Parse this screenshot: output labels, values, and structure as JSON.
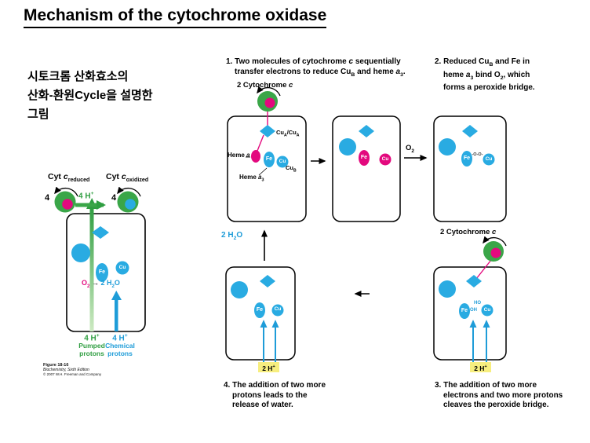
{
  "title": "Mechanism of the cytochrome oxidase",
  "korean_note": [
    "시토크롬 산화효소의",
    "산화-환원Cycle을 설명한",
    "그림"
  ],
  "colors": {
    "green": "#3aa648",
    "magenta": "#e3097e",
    "blue": "#29abe2",
    "text_blue": "#1e9cd8",
    "yellow_highlight": "#f7ee7f"
  },
  "left_diagram": {
    "cyt_reduced": {
      "t": "Cyt ",
      "c": "c",
      "sub": "reduced"
    },
    "cyt_oxidized": {
      "t": "Cyt ",
      "c": "c",
      "sub": "oxidized"
    },
    "four_left": "4",
    "four_right": "4",
    "h_top": {
      "t": "4 H",
      "sup": "+"
    },
    "fe": "Fe",
    "cu": "Cu",
    "reaction": {
      "o": "O",
      "o_sub": "2",
      "arrow": "→",
      "w1": "2 H",
      "w_sub": "2",
      "w2": "O"
    },
    "pumped": {
      "h": "4 H",
      "sup": "+",
      "l1": "Pumped",
      "l2": "protons"
    },
    "chemical": {
      "h": "4 H",
      "sup": "+",
      "l1": "Chemical",
      "l2": "protons"
    },
    "caption": [
      "Figure 18-16",
      "Biochemistry, Sixth Edition",
      "© 2007 W.H. Freeman and Company"
    ]
  },
  "cycle": {
    "step1": {
      "l1a": "1. Two molecules of cytochrome ",
      "l1b": "c",
      "l1c": " sequentially",
      "l2a": "transfer electrons to reduce Cu",
      "l2b": "B",
      "l2c": " and heme ",
      "l2d": "a",
      "l2e": "3",
      "l2f": "."
    },
    "step2": {
      "l1a": "2. Reduced Cu",
      "l1b": "B",
      "l1c": " and Fe in",
      "l2a": "heme ",
      "l2b": "a",
      "l2c": "3",
      "l2d": " bind O",
      "l2e": "2",
      "l2f": ", which",
      "l3": "forms a peroxide bridge."
    },
    "step3": {
      "l1": "3. The addition of two more",
      "l2": "electrons and two more protons",
      "l3": "cleaves the peroxide bridge."
    },
    "step4": {
      "l1": "4. The addition of two more",
      "l2": "protons leads to the",
      "l3": "release of water."
    },
    "cyt2_top": {
      "t": "2 Cytochrome ",
      "c": "c"
    },
    "cyt2_right": {
      "t": "2 Cytochrome ",
      "c": "c"
    },
    "cua_label": {
      "a": "Cu",
      "a_sub": "A",
      "b": "/Cu",
      "b_sub": "A"
    },
    "heme_a_label": {
      "t": "Heme ",
      "i": "a"
    },
    "heme_a3_label": {
      "t": "Heme ",
      "i": "a",
      "sub": "3"
    },
    "cub_label": {
      "t": "Cu",
      "sub": "B"
    },
    "o2_label": {
      "t": "O",
      "sub": "2"
    },
    "h2o_label": {
      "t": "2 H",
      "sub": "2",
      "t2": "O"
    },
    "h_plus": {
      "t": "2 H",
      "sup": "+"
    },
    "fe": "Fe",
    "cu": "Cu",
    "peroxide": "-O-O-",
    "oh": "OH",
    "ho": "HO"
  }
}
